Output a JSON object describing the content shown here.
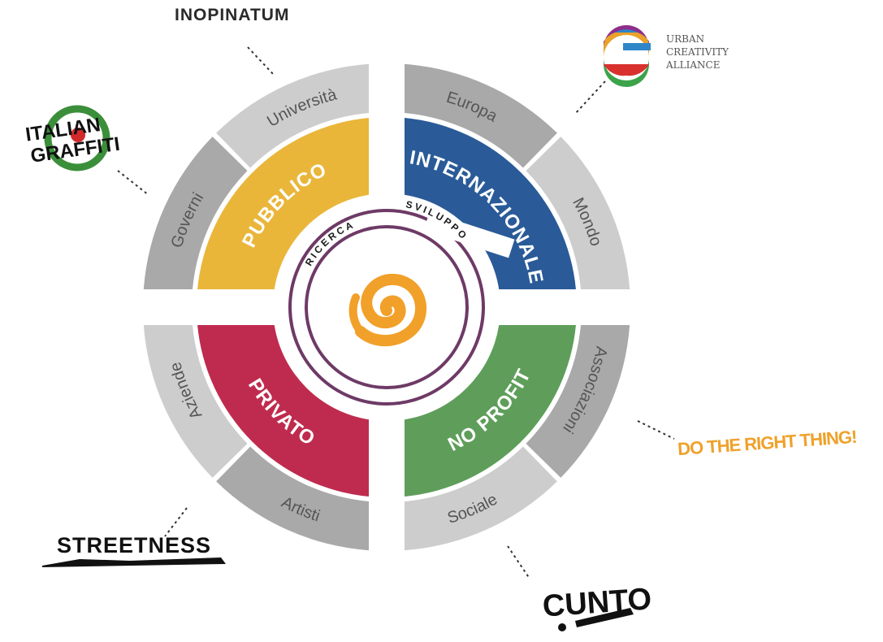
{
  "quadrants": [
    {
      "id": "pubblico",
      "label": "PUBBLICO",
      "color": "#EAB63A",
      "outer_labels": [
        "Governi",
        "Università"
      ]
    },
    {
      "id": "internazionale",
      "label": "INTERNAZIONALE",
      "color": "#2A5B98",
      "outer_labels": [
        "Europa",
        "Mondo"
      ]
    },
    {
      "id": "noprofit",
      "label": "NO PROFIT",
      "color": "#5E9E5A",
      "outer_labels": [
        "Associazioni",
        "Sociale"
      ]
    },
    {
      "id": "privato",
      "label": "PRIVATO",
      "color": "#BF2B4E",
      "outer_labels": [
        "Artisti",
        "Aziende"
      ]
    }
  ],
  "ring_colors": {
    "dark": "#A9A9A9",
    "light": "#CDCDCD"
  },
  "core": {
    "outer": "SVILUPPO",
    "inner": "RICERCA",
    "spiral_color": "#F1A02A",
    "ring_color": "#6E3A66"
  },
  "partners": {
    "inopinatum": "INOPINATUM",
    "italian_graffiti": [
      "ITALIAN",
      "GRAFFITI"
    ],
    "urban_creativity": [
      "URBAN",
      "CREATIVITY",
      "ALLIANCE"
    ],
    "streetness": "STREETNESS",
    "cunto": "CUNTO",
    "dotheright": "DO THE RIGHT THING!"
  }
}
